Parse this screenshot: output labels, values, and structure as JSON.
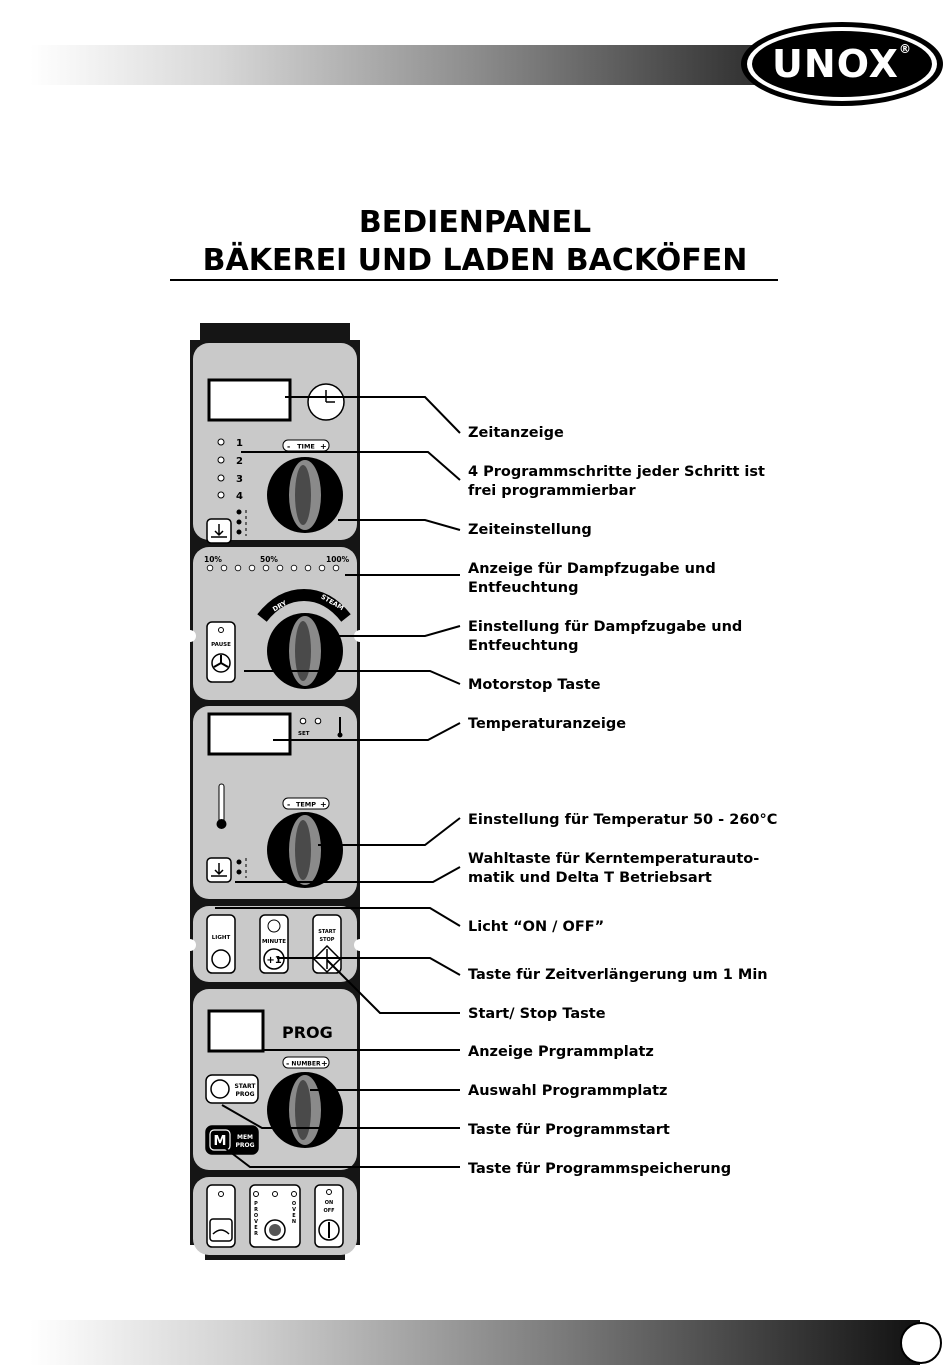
{
  "brand": {
    "logo": "UNOX",
    "registered": "®"
  },
  "title": {
    "line1": "BEDIENPANEL",
    "line2": "BÄKEREI UND LADEN BACKÖFEN"
  },
  "panel": {
    "program_steps": [
      "1",
      "2",
      "3",
      "4"
    ],
    "time_knob_label": "TIME",
    "humidity_scale": [
      "10%",
      "50%",
      "100%"
    ],
    "dry_label": "DRY",
    "steam_label": "STEAM",
    "pause_label": "PAUSE",
    "set_label": "SET",
    "temp_knob_label": "TEMP",
    "light_label": "LIGHT",
    "minute_label": "MINUTE",
    "plus_one": "+1",
    "start_label": "START",
    "stop_label": "STOP",
    "prog_label": "PROG",
    "number_label": "NUMBER",
    "start_prog_1": "START",
    "start_prog_2": "PROG",
    "mem_prog_m": "M",
    "mem_prog_1": "MEM",
    "mem_prog_2": "PROG",
    "prover_letters": [
      "P",
      "R",
      "O",
      "V",
      "E",
      "R"
    ],
    "oven_letters": [
      "O",
      "V",
      "E",
      "N"
    ],
    "on_label": "ON",
    "off_label": "OFF",
    "plus": "+",
    "minus": "-"
  },
  "callouts": [
    {
      "line1": "Zeitanzeige",
      "line2": ""
    },
    {
      "line1": "4 Programmschritte jeder Schritt ist",
      "line2": "frei programmierbar"
    },
    {
      "line1": "Zeiteinstellung",
      "line2": ""
    },
    {
      "line1": "Anzeige für Dampfzugabe und",
      "line2": "Entfeuchtung"
    },
    {
      "line1": "Einstellung für Dampfzugabe und",
      "line2": "Entfeuchtung"
    },
    {
      "line1": "Motorstop Taste",
      "line2": ""
    },
    {
      "line1": "Temperaturanzeige",
      "line2": ""
    },
    {
      "line1": "Einstellung für Temperatur 50 - 260°C",
      "line2": ""
    },
    {
      "line1": "Wahltaste für Kerntemperaturauto-",
      "line2": "matik und Delta T Betriebsart"
    },
    {
      "line1": "Licht “ON / OFF”",
      "line2": ""
    },
    {
      "line1": "Taste für Zeitverlängerung um 1 Min",
      "line2": ""
    },
    {
      "line1": "Start/ Stop Taste",
      "line2": ""
    },
    {
      "line1": "Anzeige Prgrammplatz",
      "line2": ""
    },
    {
      "line1": "Auswahl Programmplatz",
      "line2": ""
    },
    {
      "line1": "Taste für Programmstart",
      "line2": ""
    },
    {
      "line1": "Taste für Programmspeicherung",
      "line2": ""
    }
  ]
}
